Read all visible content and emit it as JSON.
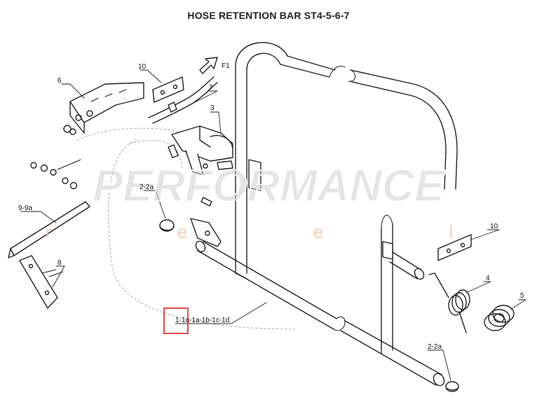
{
  "title": "HOSE RETENTION BAR ST4-5-6-7",
  "labels": {
    "part_6": "6",
    "part_10_top": "10",
    "part_7": "7",
    "part_3": "3",
    "arrow_f1": "F1",
    "part_2_2a_left": "2-2a",
    "part_9_9a": "9-9a",
    "part_8": "8",
    "part_1": "1-1a-1a-1b-1c-1d",
    "part_10_right": "10",
    "part_4": "4",
    "part_5": "5",
    "part_2_2a_bottom": "2-2a"
  },
  "watermark": {
    "main": "PERFORMANCE",
    "sub": "r  e  e  l"
  },
  "colors": {
    "line": "#222222",
    "watermark": "#cfcfcf",
    "watermark_sub": "#f2c2a8",
    "highlight": "#e02020"
  }
}
